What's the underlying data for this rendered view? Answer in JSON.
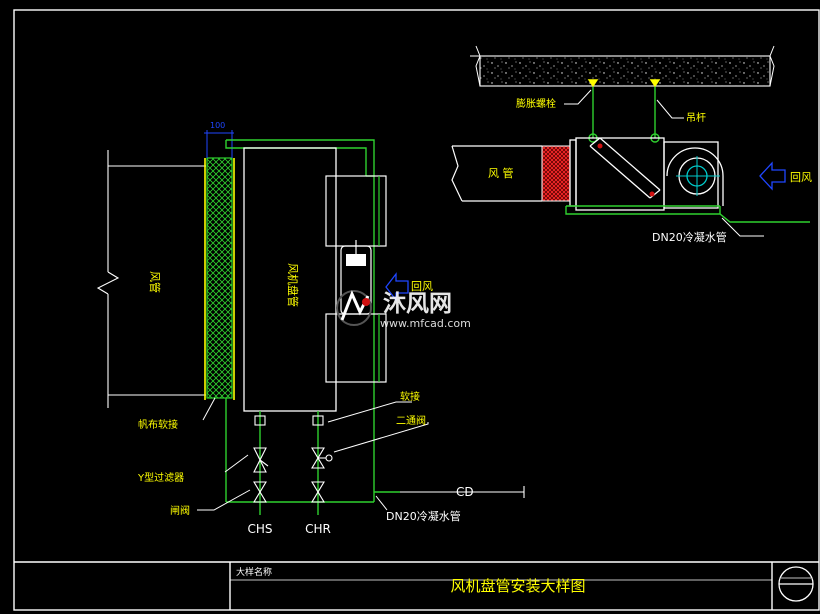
{
  "colors": {
    "background": "#000000",
    "frame": "#ffffff",
    "pipe_green": "#2fd12f",
    "yellow": "#ffff00",
    "cyan": "#00cccc",
    "red": "#d01010",
    "blue": "#1f46ff",
    "white": "#ffffff"
  },
  "left_view": {
    "dim_label": "100",
    "duct_label": "风管",
    "fcu_label": "风机盘管",
    "return_air_label": "回风",
    "callouts": {
      "canvas_joint": "帆布软接",
      "soft_joint": "软接",
      "two_way_valve": "二通阀",
      "y_filter": "Y型过滤器",
      "gate_valve": "闸阀",
      "condensate_pipe": "DN20冷凝水管"
    },
    "pipe_labels": {
      "chs": "CHS",
      "chr": "CHR",
      "cd": "CD"
    }
  },
  "right_view": {
    "expansion_bolt": "膨胀螺栓",
    "hanger_rod": "吊杆",
    "duct_label": "风 管",
    "return_air_label": "回风",
    "condensate_pipe": "DN20冷凝水管"
  },
  "watermark": {
    "brand": "沐风网",
    "url": "www.mfcad.com"
  },
  "title_block": {
    "label": "大样名称",
    "title": "风机盘管安装大样图"
  }
}
